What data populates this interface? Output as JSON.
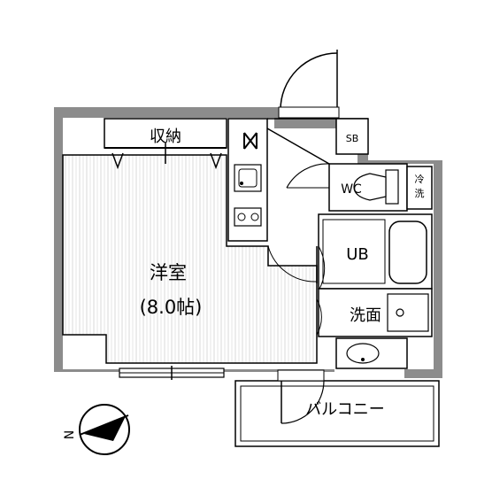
{
  "rooms": {
    "western_room": {
      "name": "洋室",
      "size": "(8.0帖)"
    },
    "storage": "収納",
    "toilet": "WC",
    "unit_bath": "UB",
    "washroom": "洗面",
    "balcony": "バルコニー"
  },
  "symbols": {
    "shoe_box": "SB",
    "refrigerator": "冷",
    "washing_machine": "洗",
    "north": "N"
  },
  "colors": {
    "wall": "#8c8c8c",
    "floor_stripe": "#dcdcdc",
    "line": "#000000"
  }
}
